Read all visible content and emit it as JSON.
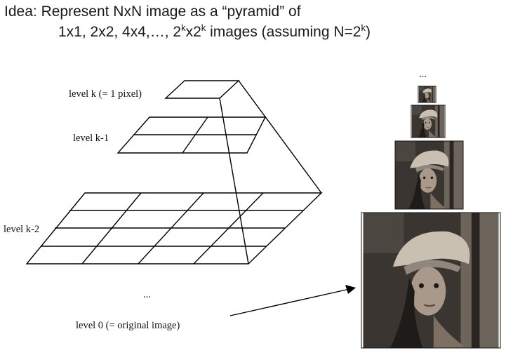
{
  "heading": {
    "idea_label": "Idea:",
    "line1_text": "Represent NxN image as a “pyramid” of",
    "line2_a": "1x1, 2x2, 4x4,…, 2",
    "line2_sup1": "k",
    "line2_b": "x2",
    "line2_sup2": "k",
    "line2_c": " images (assuming N=2",
    "line2_sup3": "k",
    "line2_d": ")"
  },
  "diagram": {
    "level_k_label": "level k (= 1 pixel)",
    "level_k1_label": "level k-1",
    "level_k2_label": "level k-2",
    "ellipsis_left": "...",
    "level_0_label": "level 0 (= original image)",
    "ellipsis_top": "...",
    "line_color": "#000000"
  }
}
